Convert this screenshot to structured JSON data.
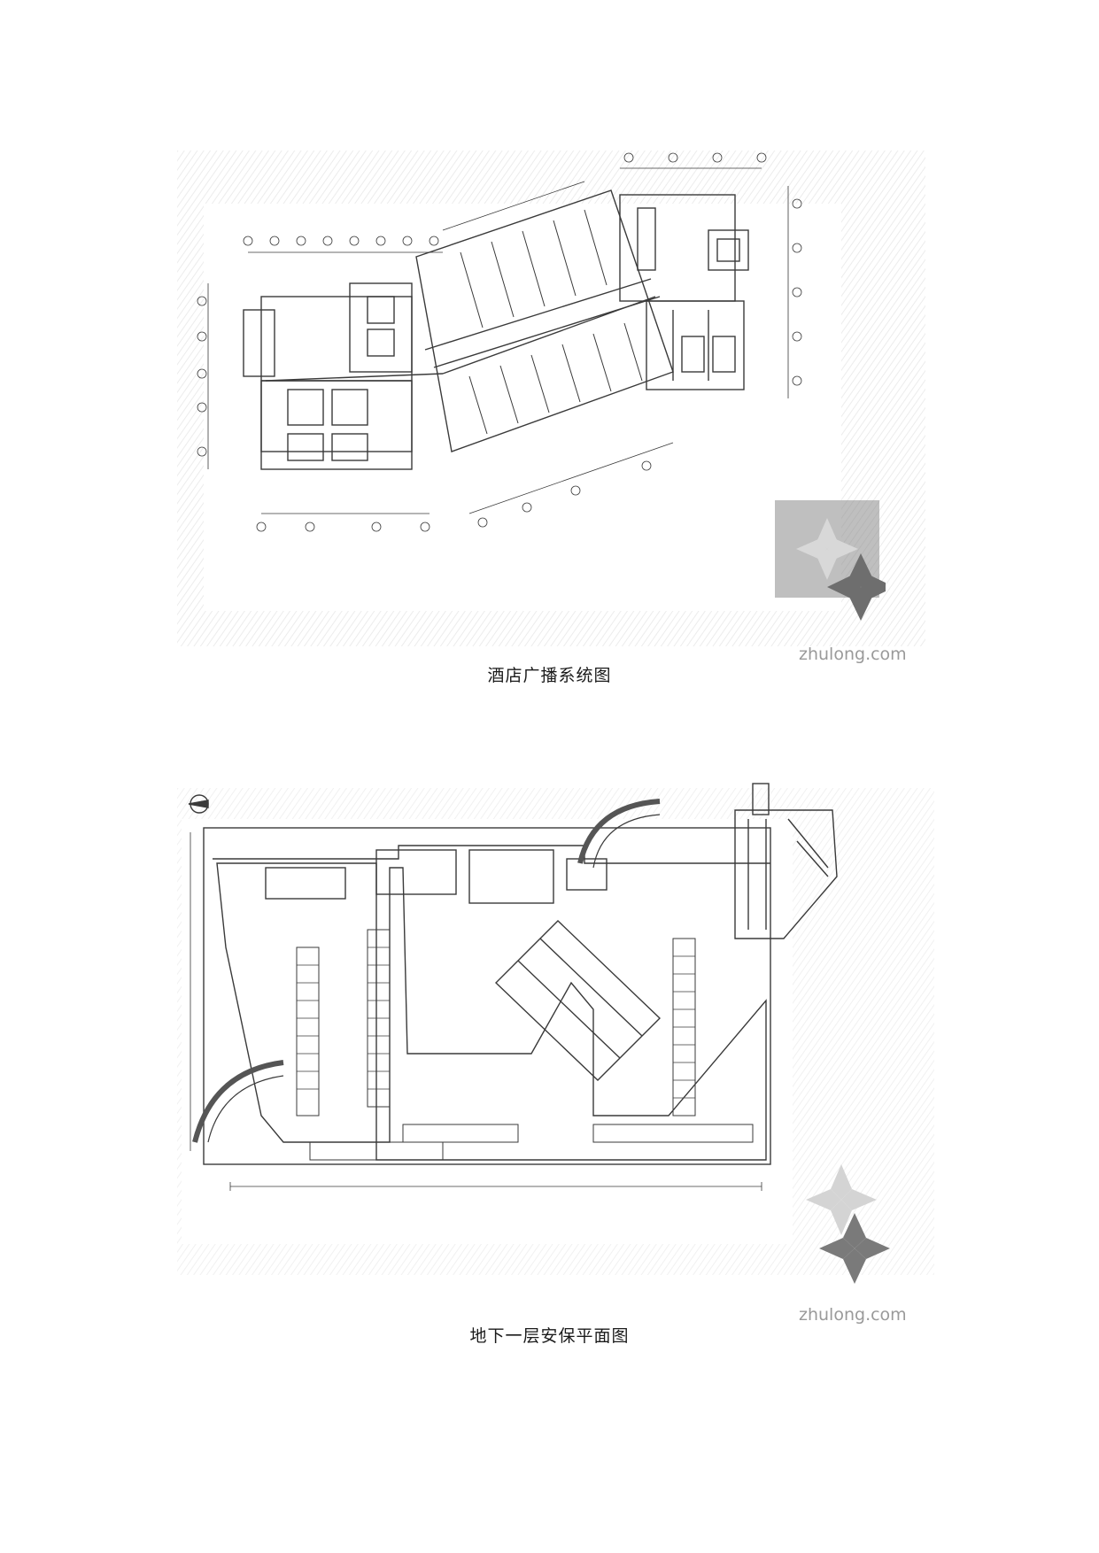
{
  "figures": [
    {
      "caption": "酒店广播系统图",
      "watermark": "zhulong.com"
    },
    {
      "caption": "地下一层安保平面图",
      "watermark": "zhulong.com"
    }
  ],
  "colors": {
    "line": "#3a3a3a",
    "hatch": "#bdbdbd",
    "watermark": "#9a9a9a",
    "logo_fill": "#8a8a8a"
  },
  "icons": [
    "watermark-logo-icon",
    "north-arrow-icon"
  ]
}
